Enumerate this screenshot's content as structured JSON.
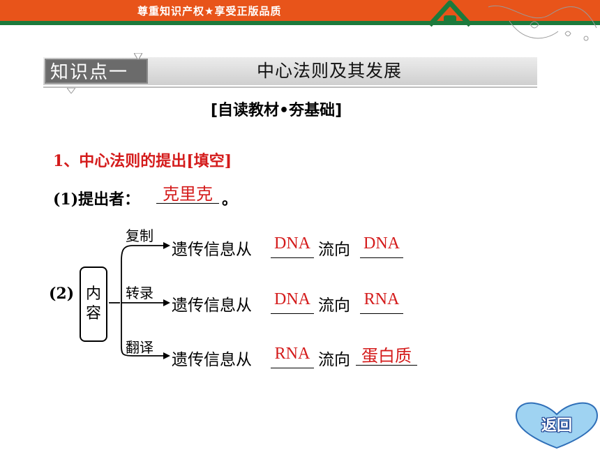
{
  "banner": {
    "text": "尊重知识产权★享受正版品质"
  },
  "section": {
    "tag": "知识点一",
    "title": "中心法则及其发展",
    "subtitle": "[自读教材•夯基础]"
  },
  "item1": {
    "text": "1、中心法则的提出[填空]"
  },
  "item2": {
    "prefix": "(1)提出者：",
    "answer": "克里克",
    "suffix": "。"
  },
  "diagram": {
    "label": "(2)",
    "box_text": "内容",
    "rows": [
      {
        "process": "复制",
        "lead": "遗传信息从",
        "from": "DNA",
        "mid": "流向",
        "to": "DNA"
      },
      {
        "process": "转录",
        "lead": "遗传信息从",
        "from": "DNA",
        "mid": "流向",
        "to": "RNA"
      },
      {
        "process": "翻译",
        "lead": "遗传信息从",
        "from": "RNA",
        "mid": "流向",
        "to": "蛋白质"
      }
    ]
  },
  "back_button": {
    "label": "返回"
  },
  "colors": {
    "banner_orange": "#e8541a",
    "banner_green": "#1c7a3c",
    "answer_red": "#d41b1b",
    "button_blue": "#9fd3f2"
  }
}
